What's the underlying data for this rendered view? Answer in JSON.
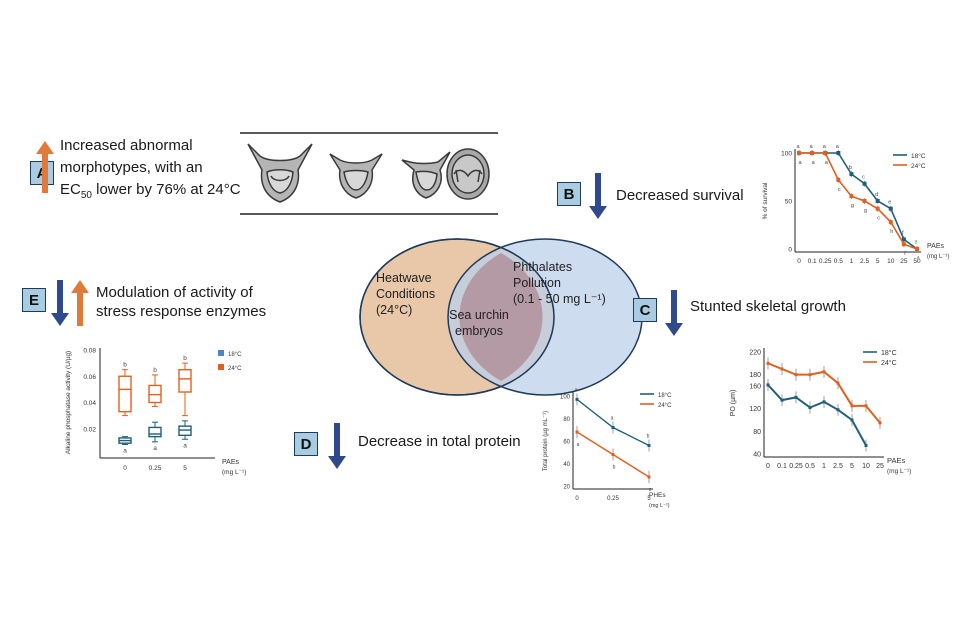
{
  "colors": {
    "blue_arrow": "#2e4a8c",
    "orange_arrow": "#e07a3a",
    "label_box": "#a9cce3",
    "c18": "#1f5f7a",
    "c24": "#e0601e",
    "venn_left": "#e5c2a0",
    "venn_right": "#bcd0ea"
  },
  "panels": {
    "A": {
      "letter": "A",
      "line1": "Increased abnormal",
      "line2": "morphotypes, with an",
      "line3_pre": "EC",
      "line3_sub": "50",
      "line3_post": " lower by 76% at 24°C",
      "icons": [
        "up-arrow-orange"
      ]
    },
    "B": {
      "letter": "B",
      "text": "Decreased survival",
      "icons": [
        "down-arrow-blue"
      ]
    },
    "C": {
      "letter": "C",
      "text": "Stunted skeletal growth",
      "icons": [
        "down-arrow-blue"
      ]
    },
    "D": {
      "letter": "D",
      "text": "Decrease in total protein",
      "icons": [
        "down-arrow-blue"
      ]
    },
    "E": {
      "letter": "E",
      "line1": "Modulation of activity of",
      "line2": "stress response enzymes",
      "icons": [
        "down-arrow-blue",
        "up-arrow-orange"
      ]
    }
  },
  "venn": {
    "left_line1": "Heatwave",
    "left_line2": "Conditions",
    "left_line3": "(24°C)",
    "right_line1": "Phthalates",
    "right_line2": "Pollution",
    "right_line3": "(0.1 - 50 mg L⁻¹)",
    "center_line1": "Sea urchin",
    "center_line2": "embryos"
  },
  "chart_data": [
    {
      "id": "B",
      "type": "line",
      "ylabel": "% of survival",
      "xlabel": "PAEs",
      "xunit": "(mg L⁻¹)",
      "categories": [
        "0",
        "0.1",
        "0.25",
        "0.5",
        "1",
        "2.5",
        "5",
        "10",
        "25",
        "50"
      ],
      "yticks": [
        "0",
        "50",
        "100"
      ],
      "ylim": [
        0,
        100
      ],
      "series": [
        {
          "name": "18°C",
          "values": [
            100,
            100,
            100,
            100,
            78,
            68,
            50,
            42,
            10,
            0
          ],
          "letters": [
            "a",
            "a",
            "a",
            "a",
            "b",
            "c",
            "d",
            "e",
            "f",
            "f"
          ]
        },
        {
          "name": "24°C",
          "values": [
            100,
            100,
            100,
            72,
            55,
            50,
            42,
            28,
            5,
            0
          ],
          "letters": [
            "a",
            "a",
            "a",
            "c",
            "g",
            "g",
            "c",
            "h",
            "f",
            "f"
          ]
        }
      ]
    },
    {
      "id": "C",
      "type": "line",
      "ylabel": "PO (µm)",
      "xlabel": "PAEs",
      "xunit": "(mg L⁻¹)",
      "categories": [
        "0",
        "0.1",
        "0.25",
        "0.5",
        "1",
        "2.5",
        "5",
        "10",
        "25"
      ],
      "yticks": [
        "40",
        "80",
        "120",
        "160",
        "180",
        "220"
      ],
      "ylim": [
        40,
        220
      ],
      "series": [
        {
          "name": "18°C",
          "values": [
            162,
            135,
            140,
            122,
            132,
            118,
            100,
            55,
            null
          ]
        },
        {
          "name": "24°C",
          "values": [
            200,
            190,
            180,
            180,
            185,
            165,
            125,
            125,
            95
          ]
        }
      ]
    },
    {
      "id": "D",
      "type": "line",
      "ylabel": "Total protein (µg mL⁻¹)",
      "xlabel": "PHEs",
      "xunit": "(mg L⁻¹)",
      "categories": [
        "0",
        "0.25",
        "5"
      ],
      "yticks": [
        "20",
        "40",
        "60",
        "80",
        "100"
      ],
      "ylim": [
        20,
        100
      ],
      "series": [
        {
          "name": "18°C",
          "values": [
            97,
            72,
            56
          ],
          "letters": [
            "a",
            "a",
            "b"
          ]
        },
        {
          "name": "24°C",
          "values": [
            68,
            48,
            28
          ],
          "letters": [
            "a",
            "b",
            "c"
          ]
        }
      ]
    },
    {
      "id": "E",
      "type": "box",
      "ylabel": "Alkaline phosphatase activity (U/µg)",
      "xlabel": "PAEs",
      "xunit": "(mg L⁻¹)",
      "categories": [
        "0",
        "0.25",
        "5"
      ],
      "yticks": [
        "0.02",
        "0.04",
        "0.06",
        "0.08"
      ],
      "ylim": [
        0,
        0.08
      ],
      "series": [
        {
          "name": "18°C",
          "boxes": [
            [
              0.008,
              0.009,
              0.011,
              0.013,
              0.014
            ],
            [
              0.01,
              0.014,
              0.016,
              0.021,
              0.025
            ],
            [
              0.012,
              0.015,
              0.019,
              0.022,
              0.026
            ]
          ],
          "letters": [
            "a",
            "a",
            "a"
          ]
        },
        {
          "name": "24°C",
          "boxes": [
            [
              0.03,
              0.033,
              0.05,
              0.06,
              0.065
            ],
            [
              0.037,
              0.04,
              0.046,
              0.053,
              0.061
            ],
            [
              0.03,
              0.048,
              0.058,
              0.065,
              0.07
            ]
          ],
          "letters": [
            "b",
            "b",
            "b"
          ]
        }
      ]
    }
  ]
}
